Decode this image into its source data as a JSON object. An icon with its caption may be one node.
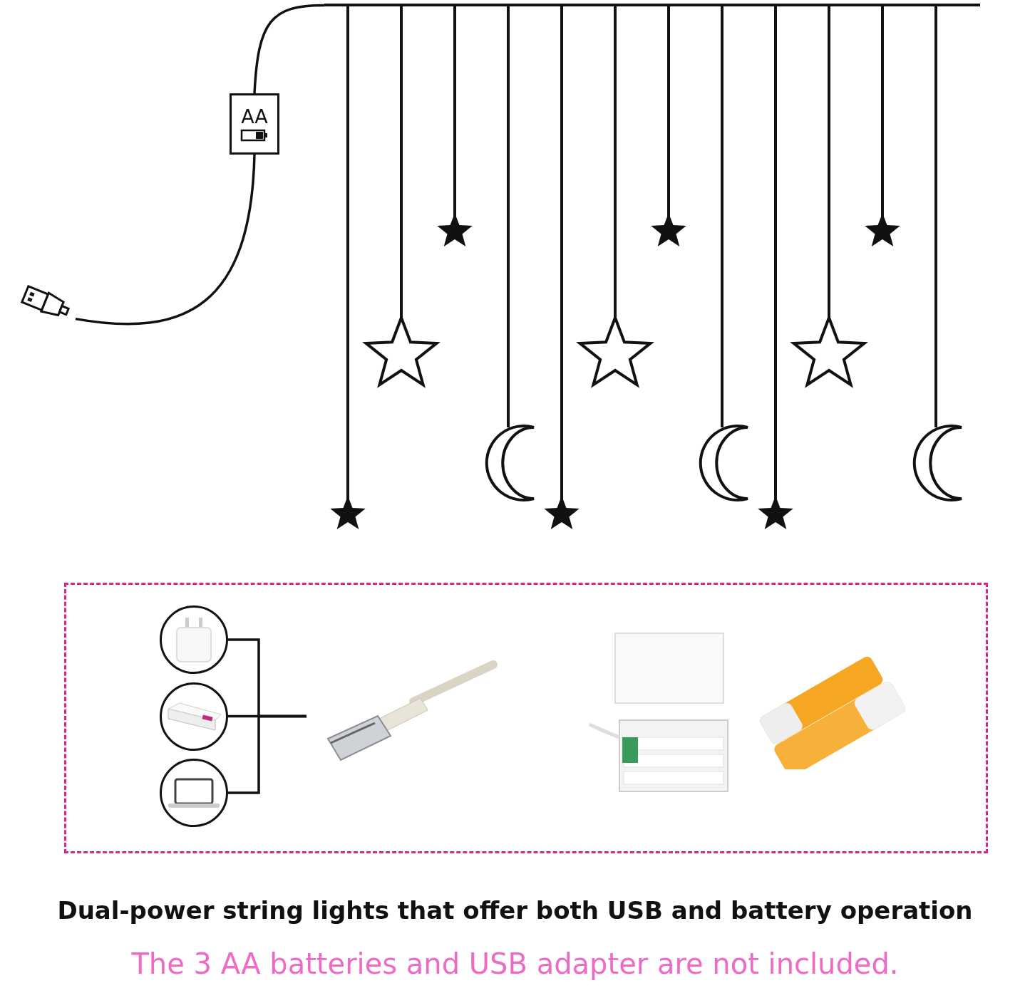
{
  "diagram": {
    "caption": "Dual-power string lights that offer both USB and battery operation",
    "nodes": [
      {
        "text": [],
        "shape": "picture"
      },
      {
        "text": [
          "AA"
        ]
      },
      {
        "text": [],
        "shape": "picture"
      },
      {
        "text": [],
        "shape": "box"
      },
      {
        "text": [],
        "shape": "picture",
        "in": 3
      },
      {
        "text": [],
        "shape": "picture",
        "in": 3
      },
      {
        "text": [],
        "shape": "picture",
        "in": 3
      },
      {
        "text": [],
        "shape": "picture",
        "in": 3
      },
      {
        "text": [],
        "shape": "picture",
        "in": 3
      },
      {
        "text": [],
        "shape": "picture",
        "in": 3
      }
    ],
    "edges": [
      {
        "from": 0,
        "to": 1,
        "arrow": "none"
      },
      {
        "from": 1,
        "to": 2,
        "arrow": "none"
      },
      {
        "from": 4,
        "to": 7,
        "arrow": "none"
      },
      {
        "from": 5,
        "to": 7,
        "arrow": "none"
      },
      {
        "from": 6,
        "to": 7,
        "arrow": "none"
      }
    ],
    "labels": [
      "The 3 AA batteries and USB adapter are not included."
    ]
  }
}
